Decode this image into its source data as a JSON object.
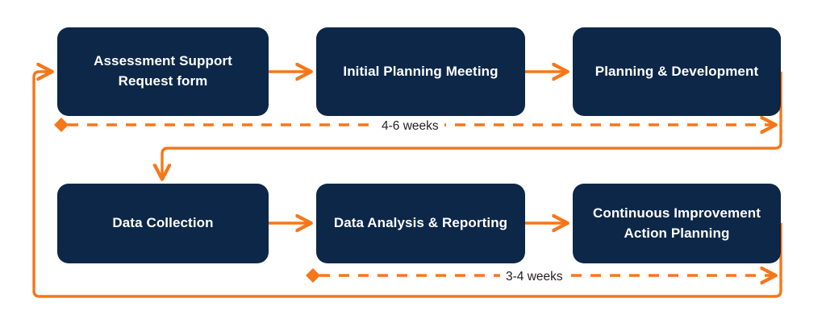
{
  "diagram": {
    "title": "Assessment support process flow",
    "colors": {
      "node_fill": "#0d2748",
      "node_text": "#ffffff",
      "connector": "#f5771a",
      "label_text": "#231f20",
      "background": "#ffffff"
    },
    "nodes": [
      {
        "id": "assessment-support-request-form",
        "label": "Assessment Support\nRequest form",
        "row": 1,
        "order": 1
      },
      {
        "id": "initial-planning-meeting",
        "label": "Initial Planning Meeting",
        "row": 1,
        "order": 2
      },
      {
        "id": "planning-and-development",
        "label": "Planning & Development",
        "row": 1,
        "order": 3
      },
      {
        "id": "data-collection",
        "label": "Data Collection",
        "row": 2,
        "order": 1
      },
      {
        "id": "data-analysis-and-reporting",
        "label": "Data Analysis & Reporting",
        "row": 2,
        "order": 2
      },
      {
        "id": "continuous-improvement-action-planning",
        "label": "Continuous Improvement\nAction Planning",
        "row": 2,
        "order": 3
      }
    ],
    "duration_labels": [
      {
        "id": "duration-row-1",
        "text": "4-6 weeks",
        "spans": "Assessment Support Request form to Planning & Development"
      },
      {
        "id": "duration-row-2",
        "text": "3-4 weeks",
        "spans": "Data Analysis & Reporting to Continuous Improvement Action Planning"
      }
    ],
    "connectors": [
      {
        "id": "arrow-form-to-meeting",
        "from": "assessment-support-request-form",
        "to": "initial-planning-meeting",
        "style": "solid"
      },
      {
        "id": "arrow-meeting-to-planning",
        "from": "initial-planning-meeting",
        "to": "planning-and-development",
        "style": "solid"
      },
      {
        "id": "arrow-planning-to-data-collection",
        "from": "planning-and-development",
        "to": "data-collection",
        "style": "solid"
      },
      {
        "id": "arrow-collection-to-analysis",
        "from": "data-collection",
        "to": "data-analysis-and-reporting",
        "style": "solid"
      },
      {
        "id": "arrow-analysis-to-improvement",
        "from": "data-analysis-and-reporting",
        "to": "continuous-improvement-action-planning",
        "style": "solid"
      },
      {
        "id": "arrow-feedback-loop",
        "from": "continuous-improvement-action-planning",
        "to": "assessment-support-request-form",
        "style": "solid"
      },
      {
        "id": "dashed-duration-row-1",
        "from": "assessment-support-request-form",
        "to": "planning-and-development",
        "style": "dashed"
      },
      {
        "id": "dashed-duration-row-2",
        "from": "data-analysis-and-reporting",
        "to": "continuous-improvement-action-planning",
        "style": "dashed"
      }
    ]
  }
}
